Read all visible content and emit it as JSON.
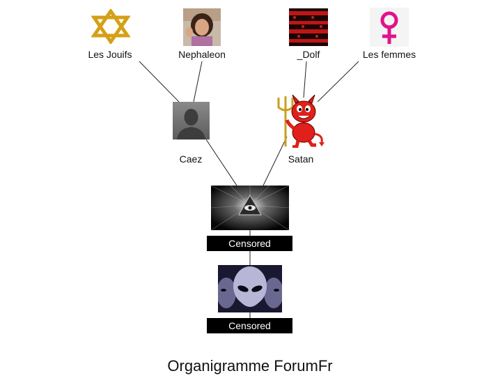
{
  "diagram": {
    "title": "Organigramme ForumFr",
    "top_row": {
      "les_jouifs": "Les Jouifs",
      "nephaleon": "Nephaleon",
      "dolf": "_Dolf",
      "les_femmes": "Les femmes"
    },
    "middle_row": {
      "caez": "Caez",
      "satan": "Satan"
    },
    "bottom": {
      "eye_label": "Censored",
      "alien_label": "Censored"
    },
    "colors": {
      "star": "#d4a017",
      "venus": "#e0138c",
      "devil": "#e0201a",
      "line": "#222222"
    },
    "icons": [
      "star-of-david-icon",
      "person-photo",
      "red-pattern-photo",
      "venus-symbol-icon",
      "default-avatar-icon",
      "devil-icon",
      "all-seeing-eye-image",
      "alien-image"
    ]
  }
}
